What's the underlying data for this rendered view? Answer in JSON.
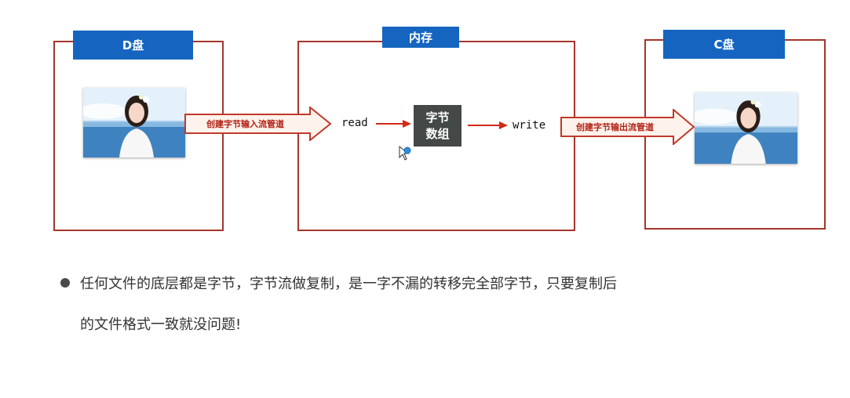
{
  "diagram": {
    "left_panel": {
      "title": "D盘"
    },
    "middle_panel": {
      "title": "内存"
    },
    "right_panel": {
      "title": "C盘"
    },
    "input_pipe_label": "创建字节输入流管道",
    "output_pipe_label": "创建字节输出流管道",
    "read_label": "read",
    "write_label": "write",
    "byte_array": {
      "line1": "字节",
      "line2": "数组"
    }
  },
  "note": {
    "line1": "任何文件的底层都是字节，字节流做复制，是一字不漏的转移完全部字节，只要复制后",
    "line2": "的文件格式一致就没问题!"
  },
  "colors": {
    "frame": "#a5352b",
    "tab": "#1565c0",
    "arrow": "#d22a16",
    "byte_box": "#444846"
  }
}
